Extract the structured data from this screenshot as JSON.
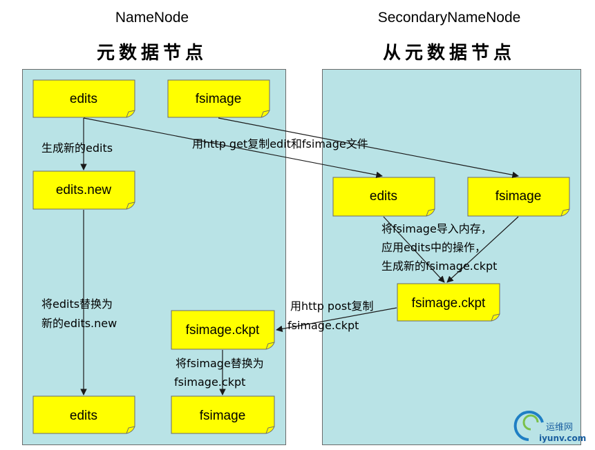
{
  "headings": {
    "namenode": "NameNode",
    "namenode_zh": "元数据节点",
    "secondary": "SecondaryNameNode",
    "secondary_zh": "从元数据节点"
  },
  "nodes": {
    "nn_edits": "edits",
    "nn_fsimage": "fsimage",
    "nn_edits_new": "edits.new",
    "nn_fsimage_ckpt": "fsimage.ckpt",
    "nn_edits_final": "edits",
    "nn_fsimage_final": "fsimage",
    "snn_edits": "edits",
    "snn_fsimage": "fsimage",
    "snn_fsimage_ckpt": "fsimage.ckpt"
  },
  "notes": {
    "gen_edits": "生成新的edits",
    "http_get": "用http get复制edit和fsimage文件",
    "merge_l1": "将fsimage导入内存，",
    "merge_l2": "应用edits中的操作，",
    "merge_l3": "生成新的fsimage.ckpt",
    "replace_edits_l1": "将edits替换为",
    "replace_edits_l2": "新的edits.new",
    "http_post_l1": "用http post复制",
    "http_post_l2": "fsimage.ckpt",
    "replace_fsimage_l1": "将fsimage替换为",
    "replace_fsimage_l2": "fsimage.ckpt"
  },
  "watermark": {
    "name": "运维网",
    "url": "iyunv.com"
  },
  "colors": {
    "panel": "#b9e3e6",
    "document": "#ffff00",
    "arrow": "#1a1a1a"
  }
}
